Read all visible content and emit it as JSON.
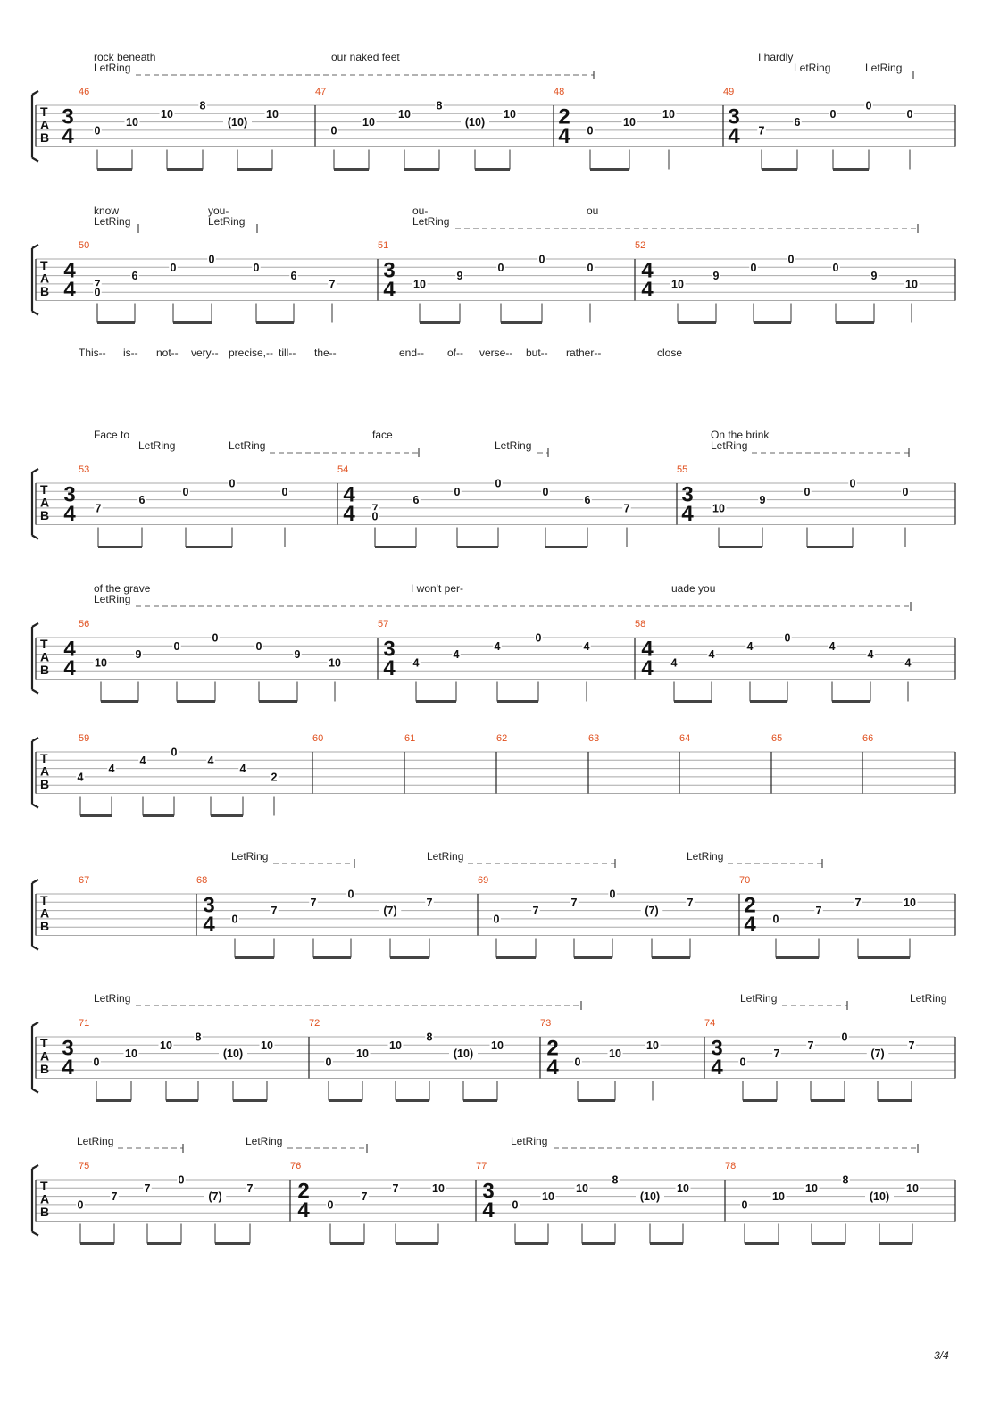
{
  "page_number": "3/4",
  "tab_clef": [
    "T",
    "A",
    "B"
  ],
  "systems": [
    {
      "measures": [
        {
          "num": "46",
          "ts": [
            "3",
            "4"
          ],
          "notes": [
            [
              "0",
              4
            ],
            [
              "10",
              3
            ],
            [
              "10",
              2
            ],
            [
              "8",
              1
            ],
            [
              "(10)",
              3
            ],
            [
              "10",
              2
            ]
          ]
        },
        {
          "num": "47",
          "notes": [
            [
              "0",
              4
            ],
            [
              "10",
              3
            ],
            [
              "10",
              2
            ],
            [
              "8",
              1
            ],
            [
              "(10)",
              3
            ],
            [
              "10",
              2
            ]
          ]
        },
        {
          "num": "48",
          "ts": [
            "2",
            "4"
          ],
          "notes": [
            [
              "0",
              4
            ],
            [
              "10",
              3
            ],
            [
              "10",
              2
            ]
          ]
        },
        {
          "num": "49",
          "ts": [
            "3",
            "4"
          ],
          "notes": [
            [
              "7",
              4
            ],
            [
              "6",
              3
            ],
            [
              "0",
              2
            ],
            [
              "0",
              1
            ],
            [
              "0",
              2
            ]
          ]
        }
      ],
      "texts": [
        {
          "t": "rock beneath"
        },
        {
          "t": "our naked feet"
        },
        {
          "t": "I hardly"
        }
      ],
      "letrings": [
        {
          "t": "LetRing"
        },
        {
          "t": "LetRing"
        },
        {
          "t": "LetRing"
        }
      ]
    },
    {
      "measures": [
        {
          "num": "50",
          "ts": [
            "4",
            "4"
          ],
          "notes": [
            [
              "7",
              4
            ],
            [
              "0",
              5
            ],
            [
              "6",
              3
            ],
            [
              "0",
              2
            ],
            [
              "0",
              1
            ],
            [
              "0",
              2
            ],
            [
              "6",
              3
            ],
            [
              "7",
              4
            ]
          ]
        },
        {
          "num": "51",
          "ts": [
            "3",
            "4"
          ],
          "notes": [
            [
              "10",
              4
            ],
            [
              "9",
              3
            ],
            [
              "0",
              2
            ],
            [
              "0",
              1
            ],
            [
              "0",
              2
            ]
          ]
        },
        {
          "num": "52",
          "ts": [
            "4",
            "4"
          ],
          "notes": [
            [
              "10",
              4
            ],
            [
              "9",
              3
            ],
            [
              "0",
              2
            ],
            [
              "0",
              1
            ],
            [
              "0",
              2
            ],
            [
              "9",
              3
            ],
            [
              "10",
              4
            ]
          ]
        }
      ],
      "texts": [
        {
          "t": "know"
        },
        {
          "t": "you-"
        },
        {
          "t": "ou-"
        },
        {
          "t": "ou"
        }
      ],
      "letrings": [
        {
          "t": "LetRing"
        },
        {
          "t": "LetRing"
        },
        {
          "t": "LetRing"
        }
      ],
      "below": [
        "This--",
        "is--",
        "not--",
        "very--",
        "precise,--",
        "till--",
        "the--",
        "end--",
        "of--",
        "verse--",
        "but--",
        "rather--",
        "close"
      ]
    },
    {
      "measures": [
        {
          "num": "53",
          "ts": [
            "3",
            "4"
          ],
          "notes": [
            [
              "7",
              4
            ],
            [
              "6",
              3
            ],
            [
              "0",
              2
            ],
            [
              "0",
              1
            ],
            [
              "0",
              2
            ]
          ]
        },
        {
          "num": "54",
          "ts": [
            "4",
            "4"
          ],
          "notes": [
            [
              "7",
              4
            ],
            [
              "0",
              5
            ],
            [
              "6",
              3
            ],
            [
              "0",
              2
            ],
            [
              "0",
              1
            ],
            [
              "0",
              2
            ],
            [
              "6",
              3
            ],
            [
              "7",
              4
            ]
          ]
        },
        {
          "num": "55",
          "ts": [
            "3",
            "4"
          ],
          "notes": [
            [
              "10",
              4
            ],
            [
              "9",
              3
            ],
            [
              "0",
              2
            ],
            [
              "0",
              1
            ],
            [
              "0",
              2
            ]
          ]
        }
      ],
      "texts": [
        {
          "t": "Face to"
        },
        {
          "t": "face"
        },
        {
          "t": "On the brink"
        }
      ],
      "letrings": [
        {
          "t": "LetRing"
        },
        {
          "t": "LetRing"
        },
        {
          "t": "LetRing"
        },
        {
          "t": "LetRing"
        }
      ]
    },
    {
      "measures": [
        {
          "num": "56",
          "ts": [
            "4",
            "4"
          ],
          "notes": [
            [
              "10",
              4
            ],
            [
              "9",
              3
            ],
            [
              "0",
              2
            ],
            [
              "0",
              1
            ],
            [
              "0",
              2
            ],
            [
              "9",
              3
            ],
            [
              "10",
              4
            ]
          ]
        },
        {
          "num": "57",
          "ts": [
            "3",
            "4"
          ],
          "notes": [
            [
              "4",
              4
            ],
            [
              "4",
              3
            ],
            [
              "4",
              2
            ],
            [
              "0",
              1
            ],
            [
              "4",
              2
            ]
          ]
        },
        {
          "num": "58",
          "ts": [
            "4",
            "4"
          ],
          "notes": [
            [
              "4",
              4
            ],
            [
              "4",
              3
            ],
            [
              "4",
              2
            ],
            [
              "0",
              1
            ],
            [
              "4",
              2
            ],
            [
              "4",
              3
            ],
            [
              "4",
              4
            ]
          ]
        }
      ],
      "texts": [
        {
          "t": "of the grave"
        },
        {
          "t": "I won't per-"
        },
        {
          "t": "uade you"
        }
      ],
      "letrings": [
        {
          "t": "LetRing"
        }
      ]
    },
    {
      "measures": [
        {
          "num": "59",
          "notes": [
            [
              "4",
              4
            ],
            [
              "4",
              3
            ],
            [
              "4",
              2
            ],
            [
              "0",
              1
            ],
            [
              "4",
              2
            ],
            [
              "4",
              3
            ],
            [
              "2",
              4
            ]
          ]
        },
        {
          "num": "60",
          "notes": []
        },
        {
          "num": "61",
          "notes": []
        },
        {
          "num": "62",
          "notes": []
        },
        {
          "num": "63",
          "notes": []
        },
        {
          "num": "64",
          "notes": []
        },
        {
          "num": "65",
          "notes": []
        },
        {
          "num": "66",
          "notes": []
        }
      ],
      "texts": [],
      "letrings": []
    },
    {
      "measures": [
        {
          "num": "67",
          "notes": []
        },
        {
          "num": "68",
          "ts": [
            "3",
            "4"
          ],
          "notes": [
            [
              "0",
              4
            ],
            [
              "7",
              3
            ],
            [
              "7",
              2
            ],
            [
              "0",
              1
            ],
            [
              "(7)",
              3
            ],
            [
              "7",
              2
            ]
          ]
        },
        {
          "num": "69",
          "notes": [
            [
              "0",
              4
            ],
            [
              "7",
              3
            ],
            [
              "7",
              2
            ],
            [
              "0",
              1
            ],
            [
              "(7)",
              3
            ],
            [
              "7",
              2
            ]
          ]
        },
        {
          "num": "70",
          "ts": [
            "2",
            "4"
          ],
          "notes": [
            [
              "0",
              4
            ],
            [
              "7",
              3
            ],
            [
              "7",
              2
            ],
            [
              "10",
              2
            ]
          ]
        }
      ],
      "texts": [],
      "letrings": [
        {
          "t": "LetRing"
        },
        {
          "t": "LetRing"
        },
        {
          "t": "LetRing"
        }
      ]
    },
    {
      "measures": [
        {
          "num": "71",
          "ts": [
            "3",
            "4"
          ],
          "notes": [
            [
              "0",
              4
            ],
            [
              "10",
              3
            ],
            [
              "10",
              2
            ],
            [
              "8",
              1
            ],
            [
              "(10)",
              3
            ],
            [
              "10",
              2
            ]
          ]
        },
        {
          "num": "72",
          "notes": [
            [
              "0",
              4
            ],
            [
              "10",
              3
            ],
            [
              "10",
              2
            ],
            [
              "8",
              1
            ],
            [
              "(10)",
              3
            ],
            [
              "10",
              2
            ]
          ]
        },
        {
          "num": "73",
          "ts": [
            "2",
            "4"
          ],
          "notes": [
            [
              "0",
              4
            ],
            [
              "10",
              3
            ],
            [
              "10",
              2
            ]
          ]
        },
        {
          "num": "74",
          "ts": [
            "3",
            "4"
          ],
          "notes": [
            [
              "0",
              4
            ],
            [
              "7",
              3
            ],
            [
              "7",
              2
            ],
            [
              "0",
              1
            ],
            [
              "(7)",
              3
            ],
            [
              "7",
              2
            ]
          ]
        }
      ],
      "texts": [],
      "letrings": [
        {
          "t": "LetRing"
        },
        {
          "t": "LetRing"
        },
        {
          "t": "LetRing"
        }
      ]
    },
    {
      "measures": [
        {
          "num": "75",
          "notes": [
            [
              "0",
              4
            ],
            [
              "7",
              3
            ],
            [
              "7",
              2
            ],
            [
              "0",
              1
            ],
            [
              "(7)",
              3
            ],
            [
              "7",
              2
            ]
          ]
        },
        {
          "num": "76",
          "ts": [
            "2",
            "4"
          ],
          "notes": [
            [
              "0",
              4
            ],
            [
              "7",
              3
            ],
            [
              "7",
              2
            ],
            [
              "10",
              2
            ]
          ]
        },
        {
          "num": "77",
          "ts": [
            "3",
            "4"
          ],
          "notes": [
            [
              "0",
              4
            ],
            [
              "10",
              3
            ],
            [
              "10",
              2
            ],
            [
              "8",
              1
            ],
            [
              "(10)",
              3
            ],
            [
              "10",
              2
            ]
          ]
        },
        {
          "num": "78",
          "notes": [
            [
              "0",
              4
            ],
            [
              "10",
              3
            ],
            [
              "10",
              2
            ],
            [
              "8",
              1
            ],
            [
              "(10)",
              3
            ],
            [
              "10",
              2
            ]
          ]
        }
      ],
      "texts": [],
      "letrings": [
        {
          "t": "LetRing"
        },
        {
          "t": "LetRing"
        },
        {
          "t": "LetRing"
        }
      ]
    }
  ]
}
